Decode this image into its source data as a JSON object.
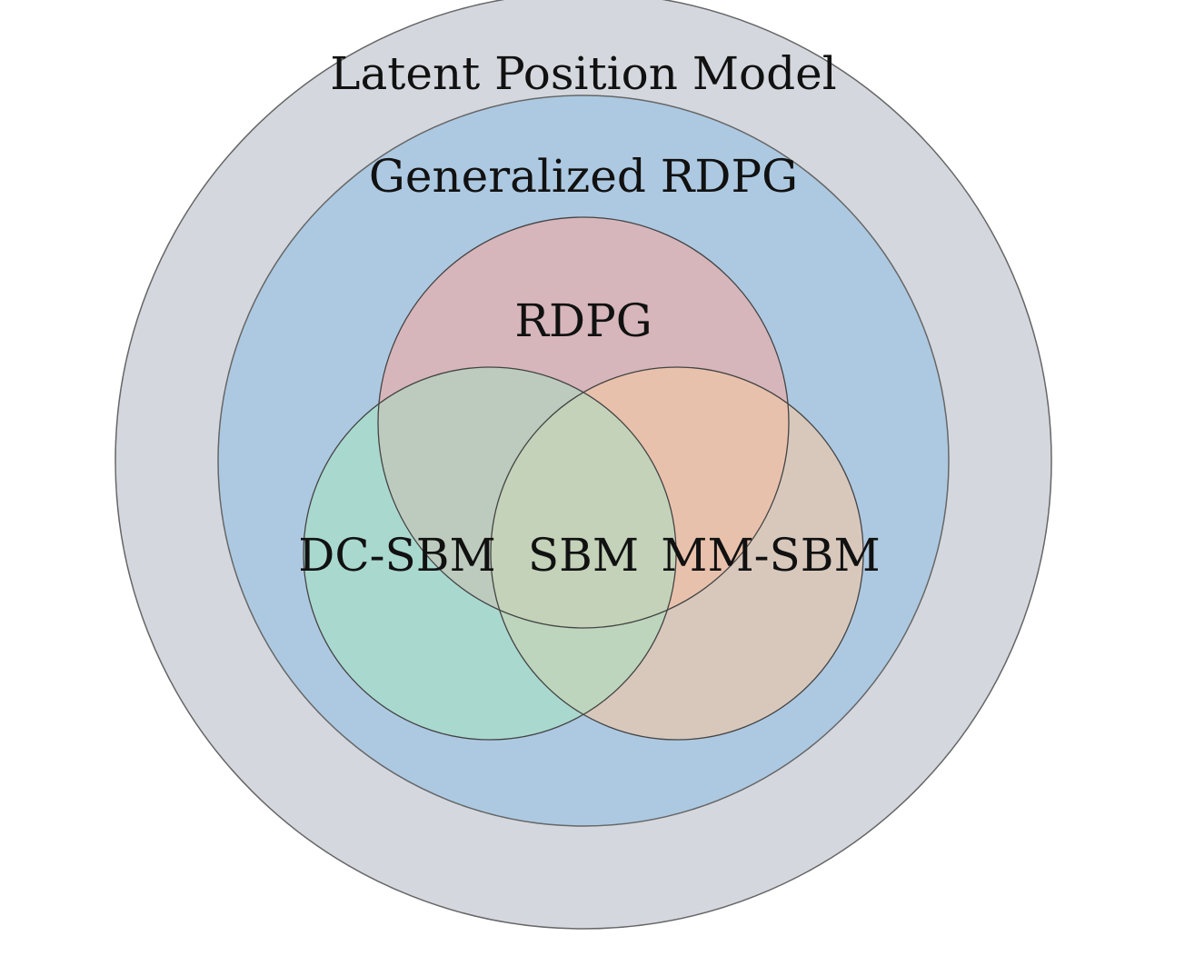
{
  "diagram": {
    "sets": [
      {
        "key": "lpm",
        "label": "Latent Position Model",
        "fill": "#d4d8de"
      },
      {
        "key": "grdpg",
        "label": "Generalized RDPG",
        "fill": "#adc9e1"
      },
      {
        "key": "rdpg",
        "label": "RDPG",
        "fill": "#d6b6bb"
      },
      {
        "key": "dcsbm",
        "label": "DC-SBM",
        "fill": "#a9d8cf"
      },
      {
        "key": "mmsbm",
        "label": "MM-SBM",
        "fill": "#d8c8bc"
      }
    ],
    "intersections": {
      "center_label": "SBM",
      "rdpg_mmsbm_fill": "#e8c1ac",
      "rdpg_dcsbm_fill": "#bccbbd",
      "dcsbm_mmsbm_fill": "#bdd5bd",
      "triple_fill": "#c3d2b8"
    },
    "stroke_color": "#555555"
  }
}
